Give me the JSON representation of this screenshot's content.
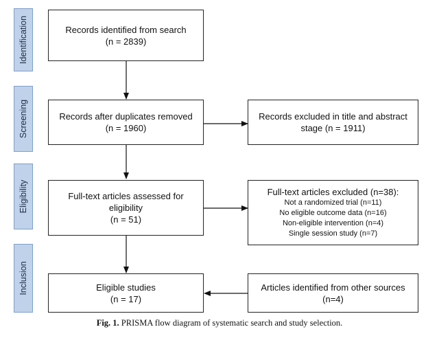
{
  "stages": [
    "Identification",
    "Screening",
    "Eligibility",
    "Inclusion"
  ],
  "boxes": {
    "identified": {
      "line1": "Records identified from search",
      "line2": "(n = 2839)"
    },
    "after_duplicates": {
      "line1": "Records after duplicates removed",
      "line2": "(n = 1960)"
    },
    "excluded_title": {
      "line1": "Records excluded in title and abstract",
      "line2": "stage (n = 1911)"
    },
    "fulltext_assessed": {
      "line1": "Full-text articles assessed for",
      "line2": "eligibility",
      "line3": "(n = 51)"
    },
    "fulltext_excluded": {
      "title": "Full-text articles excluded (n=38):",
      "reasons": [
        "Not a randomized trial (n=11)",
        "No eligible outcome data (n=16)",
        "Non-eligible intervention (n=4)",
        "Single session study (n=7)"
      ]
    },
    "eligible": {
      "line1": "Eligible studies",
      "line2": "(n = 17)"
    },
    "other_sources": {
      "line1": "Articles identified from other sources",
      "line2": "(n=4)"
    }
  },
  "caption": {
    "label": "Fig. 1.",
    "text": " PRISMA flow diagram of systematic search and study selection."
  }
}
